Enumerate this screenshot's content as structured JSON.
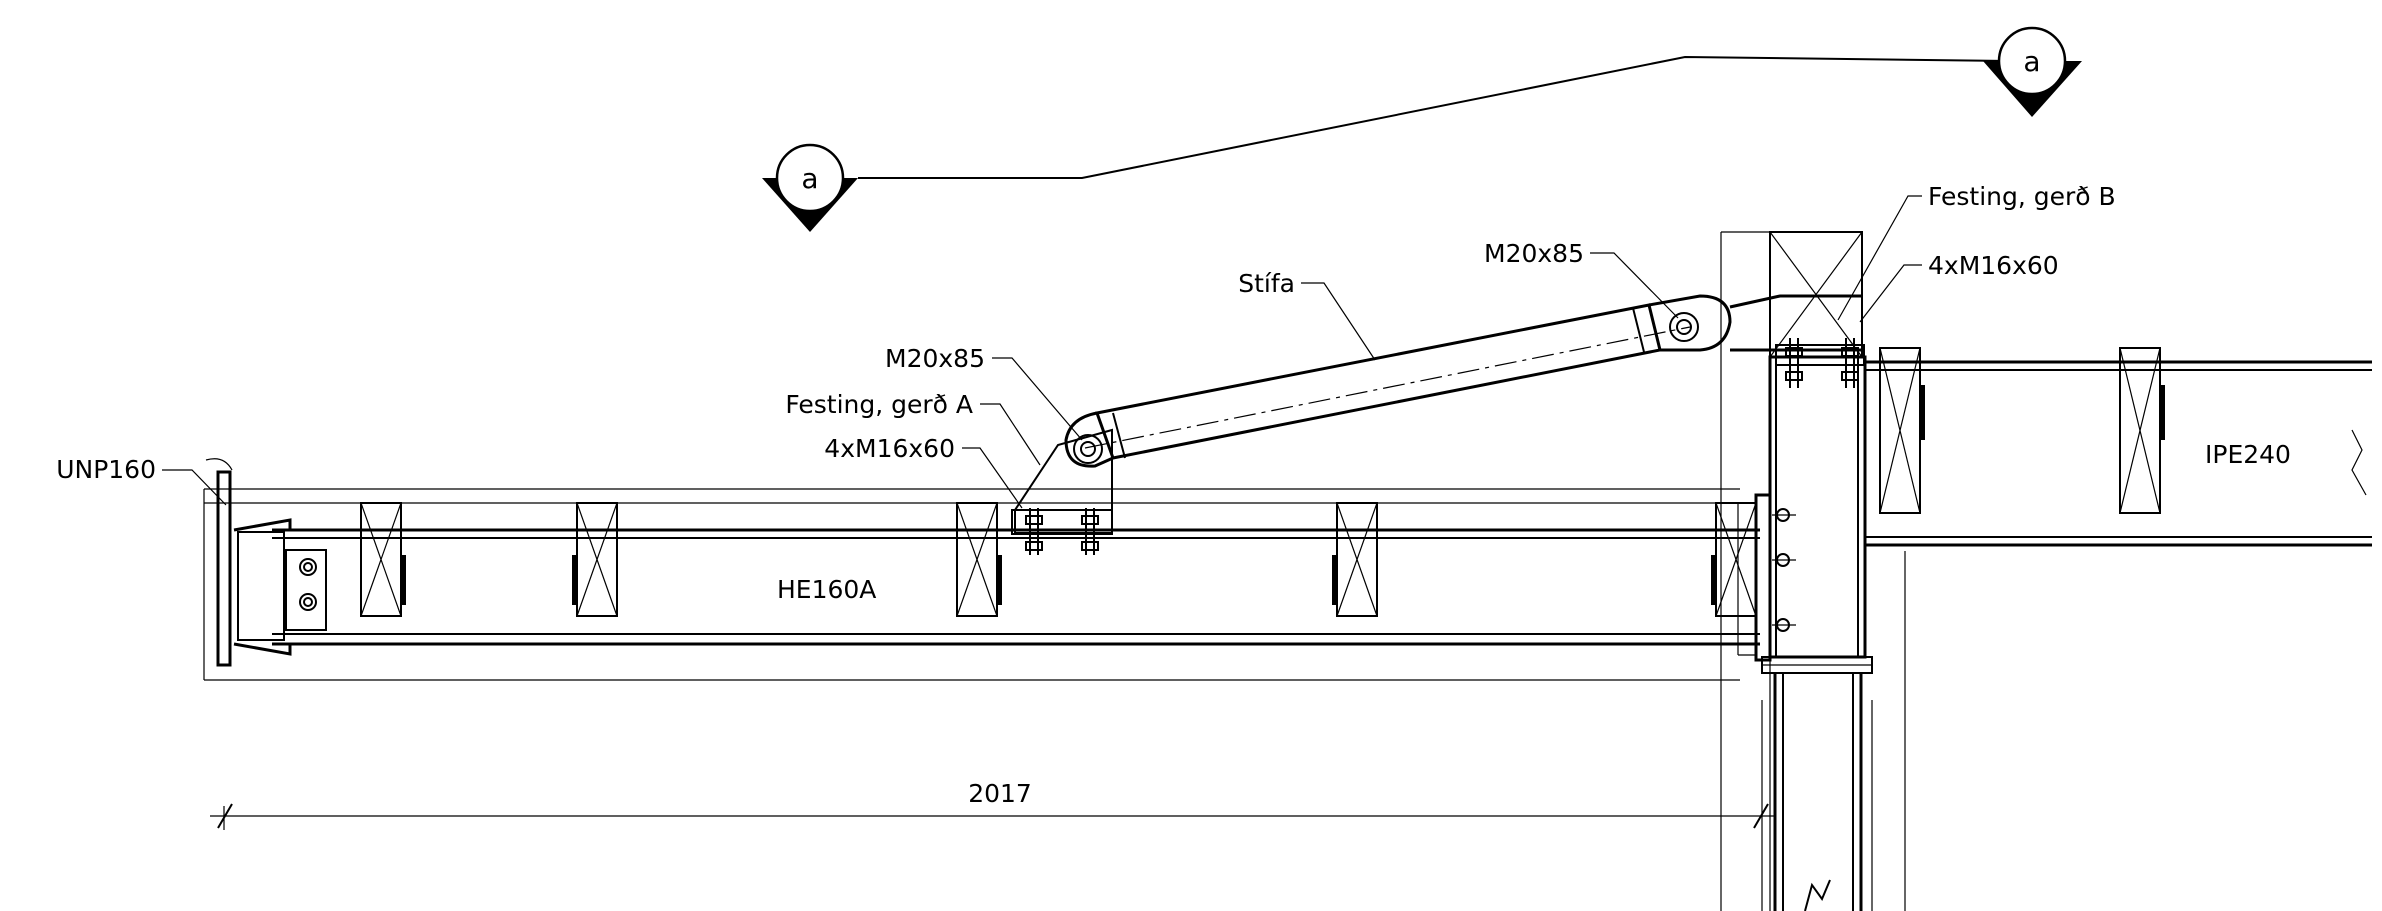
{
  "labels": {
    "unp160": "UNP160",
    "he160a": "HE160A",
    "ipe240": "IPE240",
    "stifa": "Stífa",
    "m20x85_left": "M20x85",
    "m20x85_right": "M20x85",
    "festing_a": "Festing, gerð A",
    "festing_b": "Festing, gerð B",
    "bolts_left": "4xM16x60",
    "bolts_right": "4xM16x60"
  },
  "section_markers": {
    "left": "a",
    "right": "a"
  },
  "dimension": {
    "value": "2017"
  }
}
